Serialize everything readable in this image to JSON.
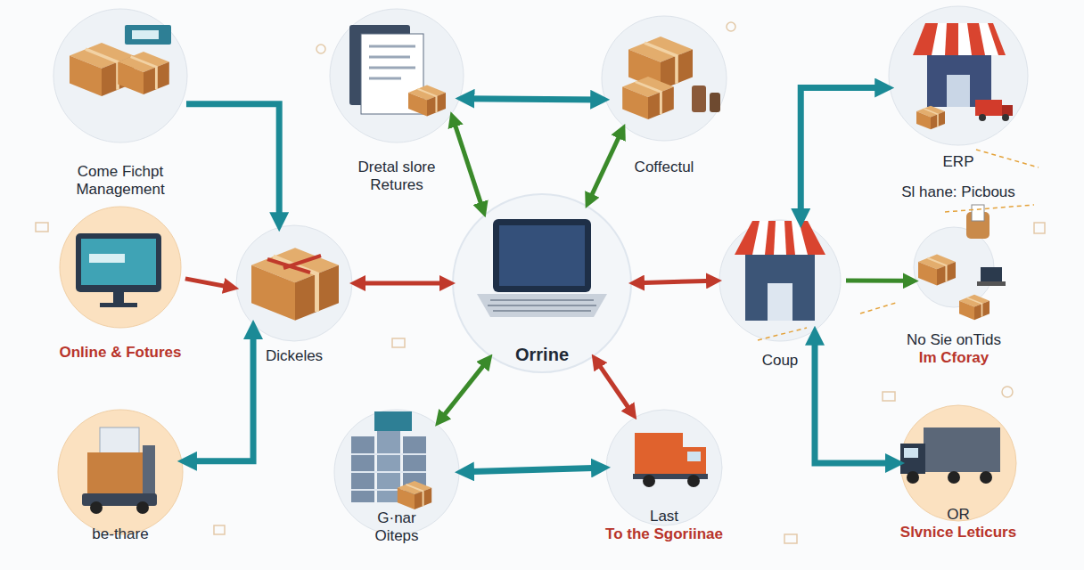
{
  "diagram": {
    "nodes": [
      {
        "text": [
          "Come Fichpt Management"
        ]
      },
      {
        "text": [
          "Dretal slore Retures"
        ]
      },
      {
        "text": [
          "Coffectul"
        ]
      },
      {
        "text": [
          "ERP",
          "Sl hane: Picbous"
        ]
      },
      {
        "text": [
          "Online & Fotures"
        ]
      },
      {
        "text": [
          "Dickeles"
        ]
      },
      {
        "text": [
          "Orrine"
        ]
      },
      {
        "text": [
          "Coup"
        ]
      },
      {
        "text": [
          "No Sie onTids",
          "Im Cforay"
        ]
      },
      {
        "text": [
          "be-thare"
        ]
      },
      {
        "text": [
          "G·nar Oiteps"
        ]
      },
      {
        "text": [
          "Last",
          "To the Sgoriinae"
        ]
      },
      {
        "text": [
          "OR",
          "Slvnice Leticurs"
        ]
      }
    ],
    "edges": [
      {
        "from": 0,
        "to": 5,
        "arrow": "to"
      },
      {
        "from": 1,
        "to": 2,
        "arrow": "both"
      },
      {
        "from": 1,
        "to": 6,
        "arrow": "both"
      },
      {
        "from": 2,
        "to": 6,
        "arrow": "both"
      },
      {
        "from": 3,
        "to": 7,
        "arrow": "both"
      },
      {
        "from": 4,
        "to": 5,
        "arrow": "to"
      },
      {
        "from": 5,
        "to": 6,
        "arrow": "both"
      },
      {
        "from": 6,
        "to": 7,
        "arrow": "both"
      },
      {
        "from": 7,
        "to": 8,
        "arrow": "to"
      },
      {
        "from": 6,
        "to": 10,
        "arrow": "both"
      },
      {
        "from": 6,
        "to": 11,
        "arrow": "both"
      },
      {
        "from": 9,
        "to": 5,
        "arrow": "both"
      },
      {
        "from": 10,
        "to": 11,
        "arrow": "both"
      },
      {
        "from": 7,
        "to": 12,
        "arrow": "both"
      }
    ]
  }
}
